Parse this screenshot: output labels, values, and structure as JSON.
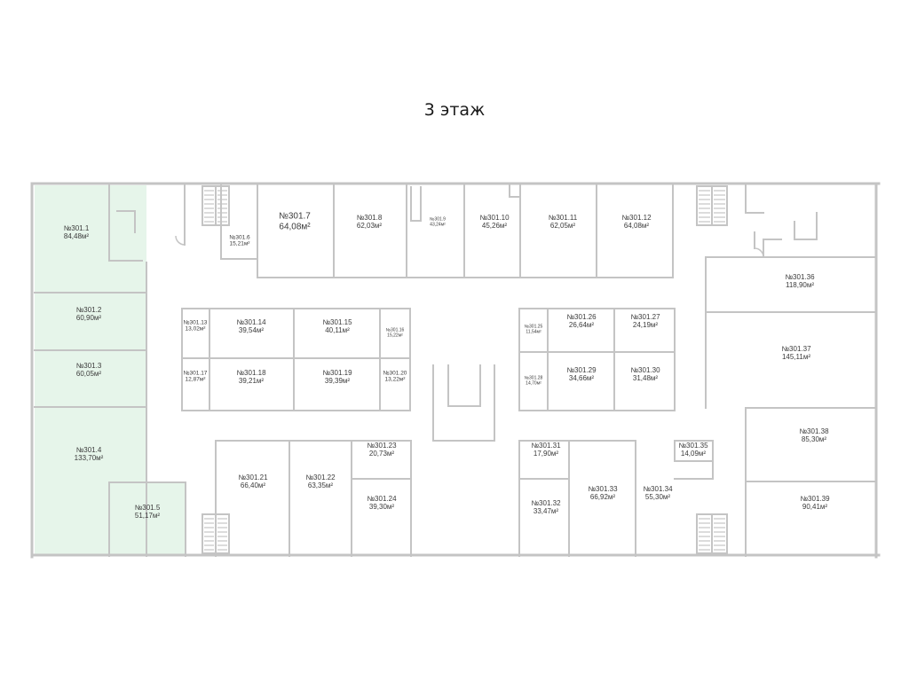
{
  "title": "3 этаж",
  "colors": {
    "wall": "#c4c4c4",
    "wall_dark": "#b0b0b0",
    "highlight": "#e6f5ea",
    "text": "#3a3a3a"
  },
  "rooms": [
    {
      "id": "301.1",
      "number": "№301.1",
      "area": "84,48м²",
      "highlighted": true
    },
    {
      "id": "301.2",
      "number": "№301.2",
      "area": "60,90м²",
      "highlighted": true
    },
    {
      "id": "301.3",
      "number": "№301.3",
      "area": "60,05м²",
      "highlighted": true
    },
    {
      "id": "301.4",
      "number": "№301.4",
      "area": "133,70м²",
      "highlighted": true
    },
    {
      "id": "301.5",
      "number": "№301.5",
      "area": "51,17м²",
      "highlighted": true
    },
    {
      "id": "301.6",
      "number": "№301.6",
      "area": "15,21м²",
      "highlighted": false
    },
    {
      "id": "301.7",
      "number": "№301.7",
      "area": "64,08м²",
      "highlighted": false
    },
    {
      "id": "301.8",
      "number": "№301.8",
      "area": "62,03м²",
      "highlighted": false
    },
    {
      "id": "301.9",
      "number": "№301.9",
      "area": "43,24м²",
      "highlighted": false
    },
    {
      "id": "301.10",
      "number": "№301.10",
      "area": "45,26м²",
      "highlighted": false
    },
    {
      "id": "301.11",
      "number": "№301.11",
      "area": "62,05м²",
      "highlighted": false
    },
    {
      "id": "301.12",
      "number": "№301.12",
      "area": "64,08м²",
      "highlighted": false
    },
    {
      "id": "301.13",
      "number": "№301.13",
      "area": "13,02м²",
      "highlighted": false
    },
    {
      "id": "301.14",
      "number": "№301.14",
      "area": "39,54м²",
      "highlighted": false
    },
    {
      "id": "301.15",
      "number": "№301.15",
      "area": "40,11м²",
      "highlighted": false
    },
    {
      "id": "301.16",
      "number": "№301.16",
      "area": "15,22м²",
      "highlighted": false
    },
    {
      "id": "301.17",
      "number": "№301.17",
      "area": "12,87м²",
      "highlighted": false
    },
    {
      "id": "301.18",
      "number": "№301.18",
      "area": "39,21м²",
      "highlighted": false
    },
    {
      "id": "301.19",
      "number": "№301.19",
      "area": "39,39м²",
      "highlighted": false
    },
    {
      "id": "301.20",
      "number": "№301.20",
      "area": "13,22м²",
      "highlighted": false
    },
    {
      "id": "301.21",
      "number": "№301.21",
      "area": "66,40м²",
      "highlighted": false
    },
    {
      "id": "301.22",
      "number": "№301.22",
      "area": "63,35м²",
      "highlighted": false
    },
    {
      "id": "301.23",
      "number": "№301.23",
      "area": "20,73м²",
      "highlighted": false
    },
    {
      "id": "301.24",
      "number": "№301.24",
      "area": "39,30м²",
      "highlighted": false
    },
    {
      "id": "301.25",
      "number": "№301.25",
      "area": "11,54м²",
      "highlighted": false
    },
    {
      "id": "301.26",
      "number": "№301.26",
      "area": "26,64м²",
      "highlighted": false
    },
    {
      "id": "301.27",
      "number": "№301.27",
      "area": "24,19м²",
      "highlighted": false
    },
    {
      "id": "301.28",
      "number": "№301.28",
      "area": "14,70м²",
      "highlighted": false
    },
    {
      "id": "301.29",
      "number": "№301.29",
      "area": "34,66м²",
      "highlighted": false
    },
    {
      "id": "301.30",
      "number": "№301.30",
      "area": "31,48м²",
      "highlighted": false
    },
    {
      "id": "301.31",
      "number": "№301.31",
      "area": "17,90м²",
      "highlighted": false
    },
    {
      "id": "301.32",
      "number": "№301.32",
      "area": "33,47м²",
      "highlighted": false
    },
    {
      "id": "301.33",
      "number": "№301.33",
      "area": "66,92м²",
      "highlighted": false
    },
    {
      "id": "301.34",
      "number": "№301.34",
      "area": "55,30м²",
      "highlighted": false
    },
    {
      "id": "301.35",
      "number": "№301.35",
      "area": "14,09м²",
      "highlighted": false
    },
    {
      "id": "301.36",
      "number": "№301.36",
      "area": "118,90м²",
      "highlighted": false
    },
    {
      "id": "301.37",
      "number": "№301.37",
      "area": "145,11м²",
      "highlighted": false
    },
    {
      "id": "301.38",
      "number": "№301.38",
      "area": "85,30м²",
      "highlighted": false
    },
    {
      "id": "301.39",
      "number": "№301.39",
      "area": "90,41м²",
      "highlighted": false
    }
  ]
}
